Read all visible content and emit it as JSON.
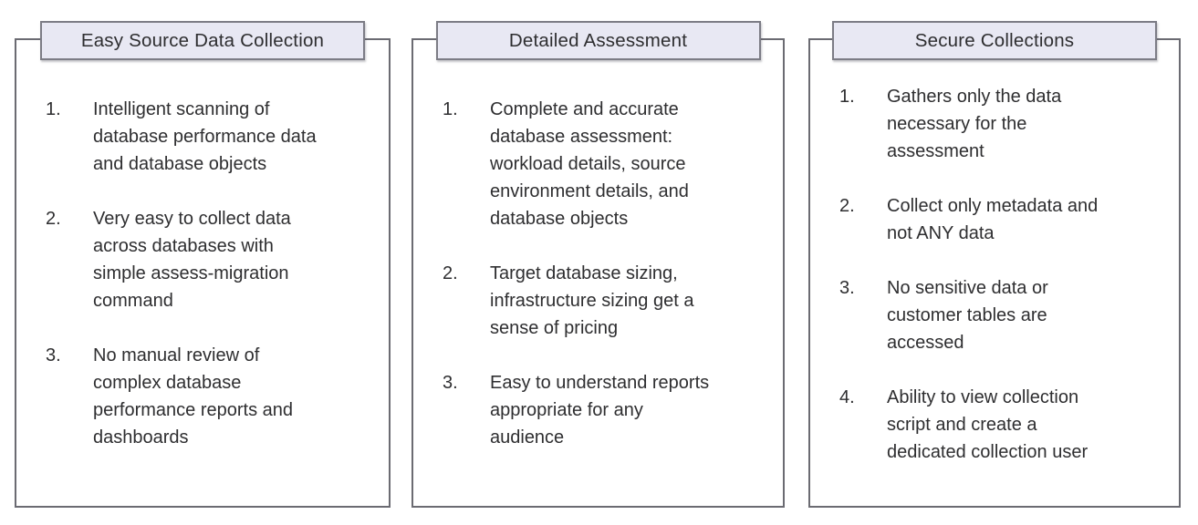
{
  "colors": {
    "background": "#ffffff",
    "panel_border": "#6b6b72",
    "title_fill": "#e8e8f3",
    "title_border": "#7c7c85",
    "text": "#2e2e30"
  },
  "panels": [
    {
      "title": "Easy Source Data Collection",
      "items": [
        {
          "number": "1.",
          "text": "Intelligent scanning of\ndatabase performance data\nand database objects"
        },
        {
          "number": "2.",
          "text": "Very easy to collect data\nacross databases with\nsimple assess-migration\ncommand"
        },
        {
          "number": "3.",
          "text": "No manual review of\ncomplex database\nperformance reports and\ndashboards"
        }
      ]
    },
    {
      "title": "Detailed Assessment",
      "items": [
        {
          "number": "1.",
          "text": "Complete and accurate\ndatabase assessment:\nworkload details, source\nenvironment details, and\ndatabase objects"
        },
        {
          "number": "2.",
          "text": "Target database sizing,\ninfrastructure sizing get a\nsense of pricing"
        },
        {
          "number": "3.",
          "text": "Easy to understand reports\nappropriate for any\naudience"
        }
      ]
    },
    {
      "title": "Secure Collections",
      "items": [
        {
          "number": "1.",
          "text": "Gathers only the data\nnecessary for the\nassessment"
        },
        {
          "number": "2.",
          "text": "Collect only metadata and\nnot ANY data"
        },
        {
          "number": "3.",
          "text": "No sensitive data or\ncustomer tables are\naccessed"
        },
        {
          "number": "4.",
          "text": "Ability to view collection\nscript and create a\ndedicated collection user"
        }
      ]
    }
  ]
}
